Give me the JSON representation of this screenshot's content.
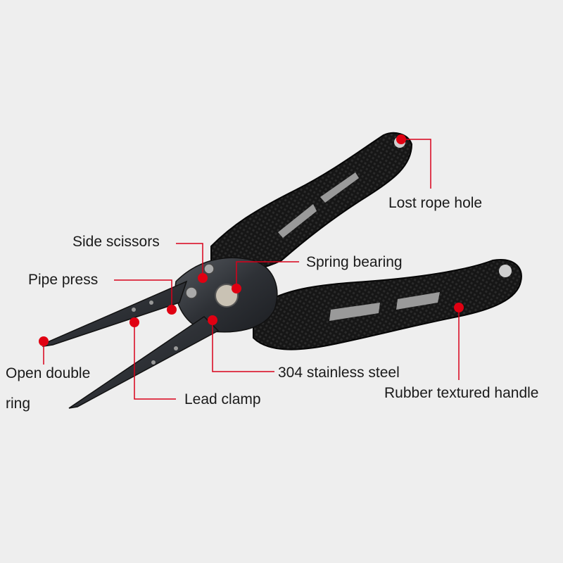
{
  "annotations": {
    "lost_rope_hole": "Lost rope hole",
    "side_scissors": "Side scissors",
    "spring_bearing": "Spring bearing",
    "pipe_press": "Pipe press",
    "open_double_ring_line1": "Open double",
    "open_double_ring_line2": "ring",
    "stainless_steel": "304 stainless steel",
    "lead_clamp": "Lead clamp",
    "rubber_handle": "Rubber textured handle"
  },
  "colors": {
    "background": "#eeeeee",
    "marker": "#e00012",
    "leader_line": "#d9001a",
    "handle": "#111111",
    "metal": "#3a3d42"
  }
}
